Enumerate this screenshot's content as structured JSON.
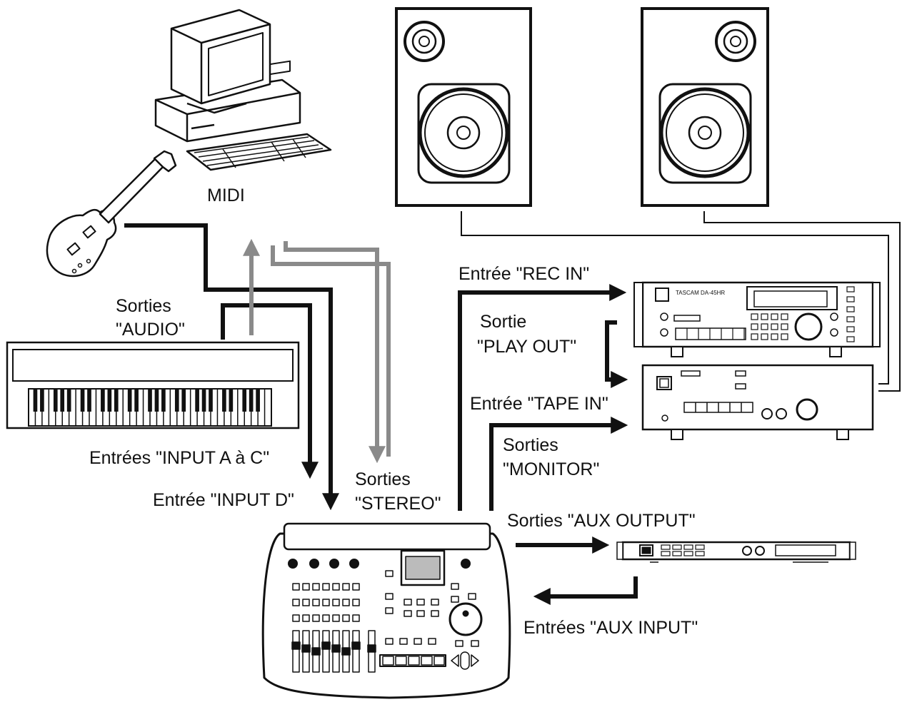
{
  "labels": {
    "midi": "MIDI",
    "audio_out_1": "Sorties",
    "audio_out_2": "\"AUDIO\"",
    "input_ac": "Entrées \"INPUT A à C\"",
    "input_d": "Entrée \"INPUT D\"",
    "stereo_1": "Sorties",
    "stereo_2": "\"STEREO\"",
    "rec_in": "Entrée \"REC IN\"",
    "play_out_1": "Sortie",
    "play_out_2": "\"PLAY OUT\"",
    "tape_in": "Entrée \"TAPE IN\"",
    "monitor_1": "Sorties",
    "monitor_2": "\"MONITOR\"",
    "aux_output": "Sorties \"AUX OUTPUT\"",
    "aux_input": "Entrées \"AUX INPUT\""
  },
  "recorder_brand": "TASCAM DA-45HR",
  "colors": {
    "line": "#111111",
    "midi_line": "#8a8a8a",
    "device_fill": "#ffffff"
  }
}
